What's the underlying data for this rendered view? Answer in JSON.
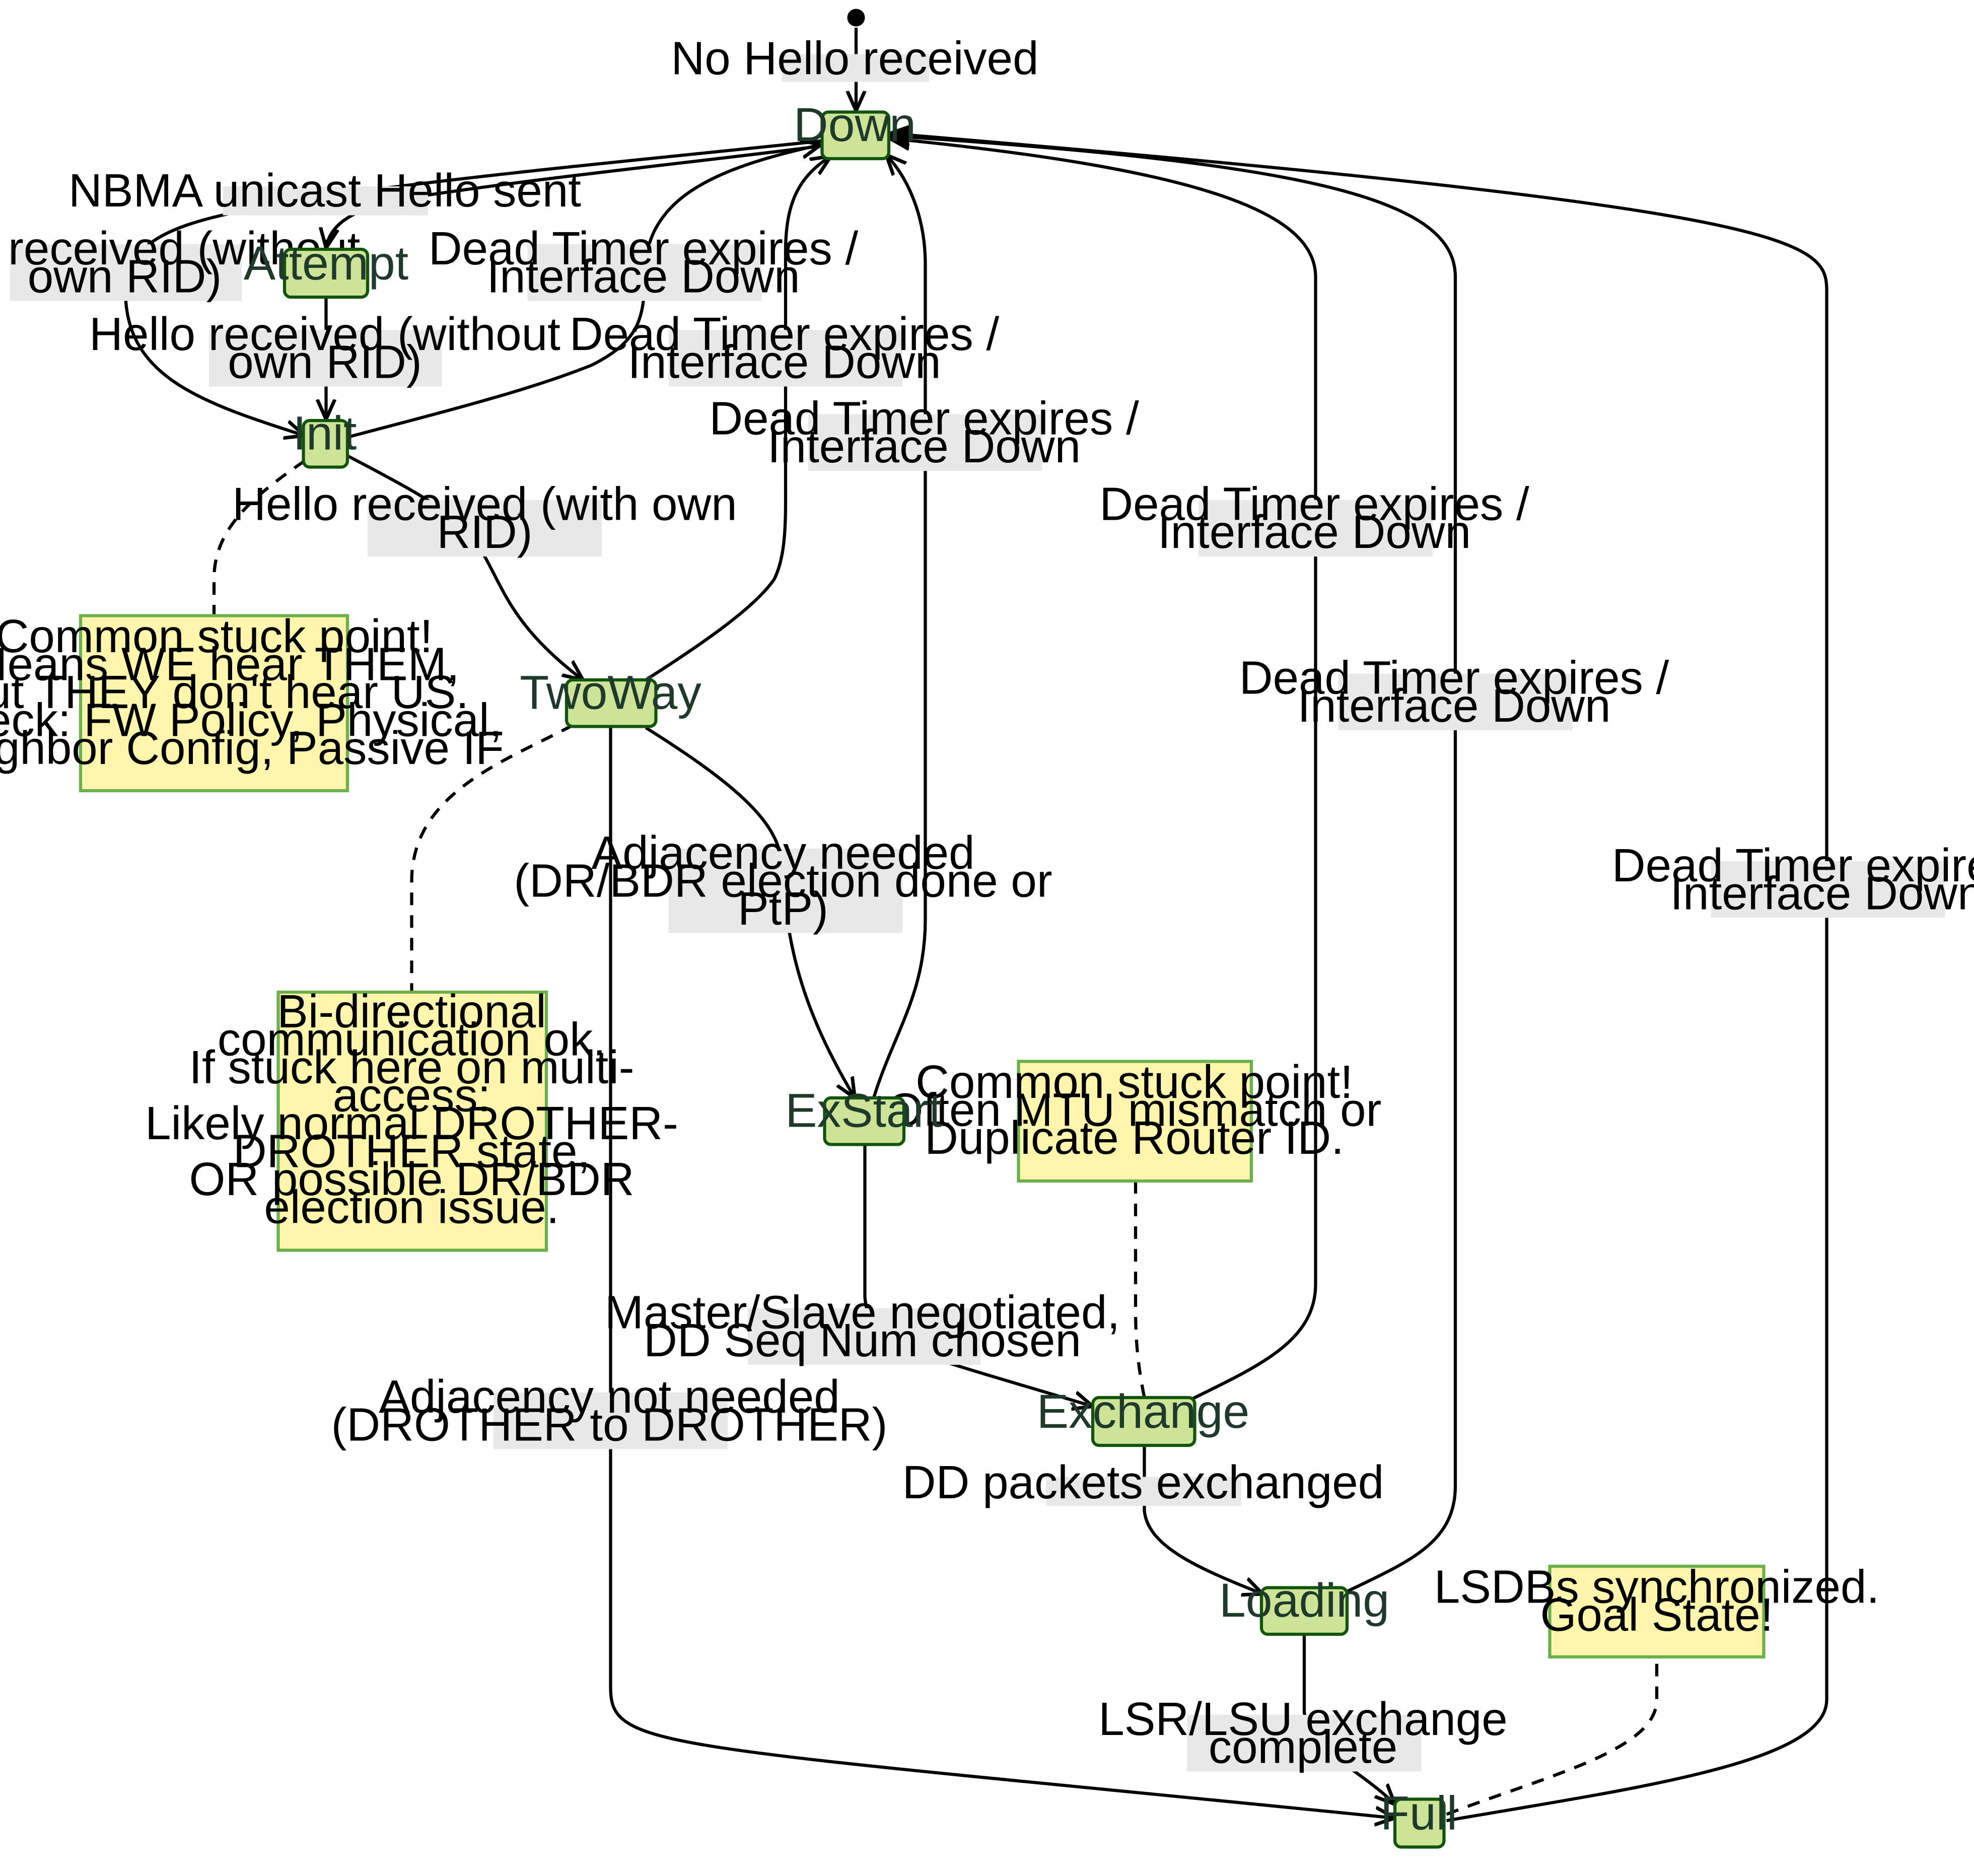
{
  "states": {
    "down": "Down",
    "attempt": "Attempt",
    "init": "Init",
    "twoway": "TwoWay",
    "exstart": "ExStart",
    "exchange": "Exchange",
    "loading": "Loading",
    "full": "Full"
  },
  "edges": {
    "start_down": "No Hello received",
    "down_attempt": "NBMA unicast Hello sent",
    "down_init": "Hello received (without own RID)",
    "attempt_init": "Hello received (without own RID)",
    "init_down": "Dead Timer expires / Interface Down",
    "init_twoway": "Hello received (with own RID)",
    "twoway_down": "Dead Timer expires / Interface Down",
    "exstart_down": "Dead Timer expires / Interface Down",
    "exchange_down": "Dead Timer expires / Interface Down",
    "loading_down": "Dead Timer expires / Interface Down",
    "full_down": "Dead Timer expires / Interface Down",
    "twoway_exstart": "Adjacency needed (DR/BDR election done or PtP)",
    "twoway_full": "Adjacency not needed (DROTHER to DROTHER)",
    "exstart_exchange": "Master/Slave negotiated, DD Seq Num chosen",
    "exchange_loading": "DD packets exchanged",
    "loading_full": "LSR/LSU exchange complete"
  },
  "notes": {
    "init_note": [
      "Common stuck point!",
      "Means WE hear THEM,",
      "but THEY don't hear US.",
      "Check: FW Policy, Physical,",
      "Neighbor Config, Passive IF"
    ],
    "twoway_note": [
      "Bi-directional",
      "communication ok.",
      "If stuck here on multi-",
      "access:",
      "Likely normal DROTHER-",
      "DROTHER state,",
      "OR possible DR/BDR",
      "election issue."
    ],
    "exchange_note": [
      "Common stuck point!",
      "Often MTU mismatch or",
      "Duplicate Router ID."
    ],
    "full_note": [
      "LSDBs synchronized.",
      "Goal State!"
    ]
  },
  "edge_label_lines": {
    "down_init": [
      "Hello received (without",
      "own RID)"
    ],
    "attempt_init": [
      "Hello received (without",
      "own RID)"
    ],
    "init_down": [
      "Dead Timer expires /",
      "Interface Down"
    ],
    "init_twoway": [
      "Hello received (with own",
      "RID)"
    ],
    "twoway_down": [
      "Dead Timer expires /",
      "Interface Down"
    ],
    "exstart_down": [
      "Dead Timer expires /",
      "Interface Down"
    ],
    "exchange_down": [
      "Dead Timer expires /",
      "Interface Down"
    ],
    "loading_down": [
      "Dead Timer expires /",
      "Interface Down"
    ],
    "full_down": [
      "Dead Timer expires /",
      "Interface Down"
    ],
    "twoway_exstart": [
      "Adjacency needed",
      "(DR/BDR election done or",
      "PtP)"
    ],
    "twoway_full": [
      "Adjacency not needed",
      "(DROTHER to DROTHER)"
    ],
    "exstart_exchange": [
      "Master/Slave negotiated,",
      "DD Seq Num chosen"
    ],
    "loading_full": [
      "LSR/LSU exchange",
      "complete"
    ]
  },
  "colors": {
    "state_fill": "#cde498",
    "state_stroke": "#13540c",
    "note_fill": "#fff5ad",
    "note_stroke": "#6bb04a",
    "label_bg": "#e8e8e8"
  }
}
